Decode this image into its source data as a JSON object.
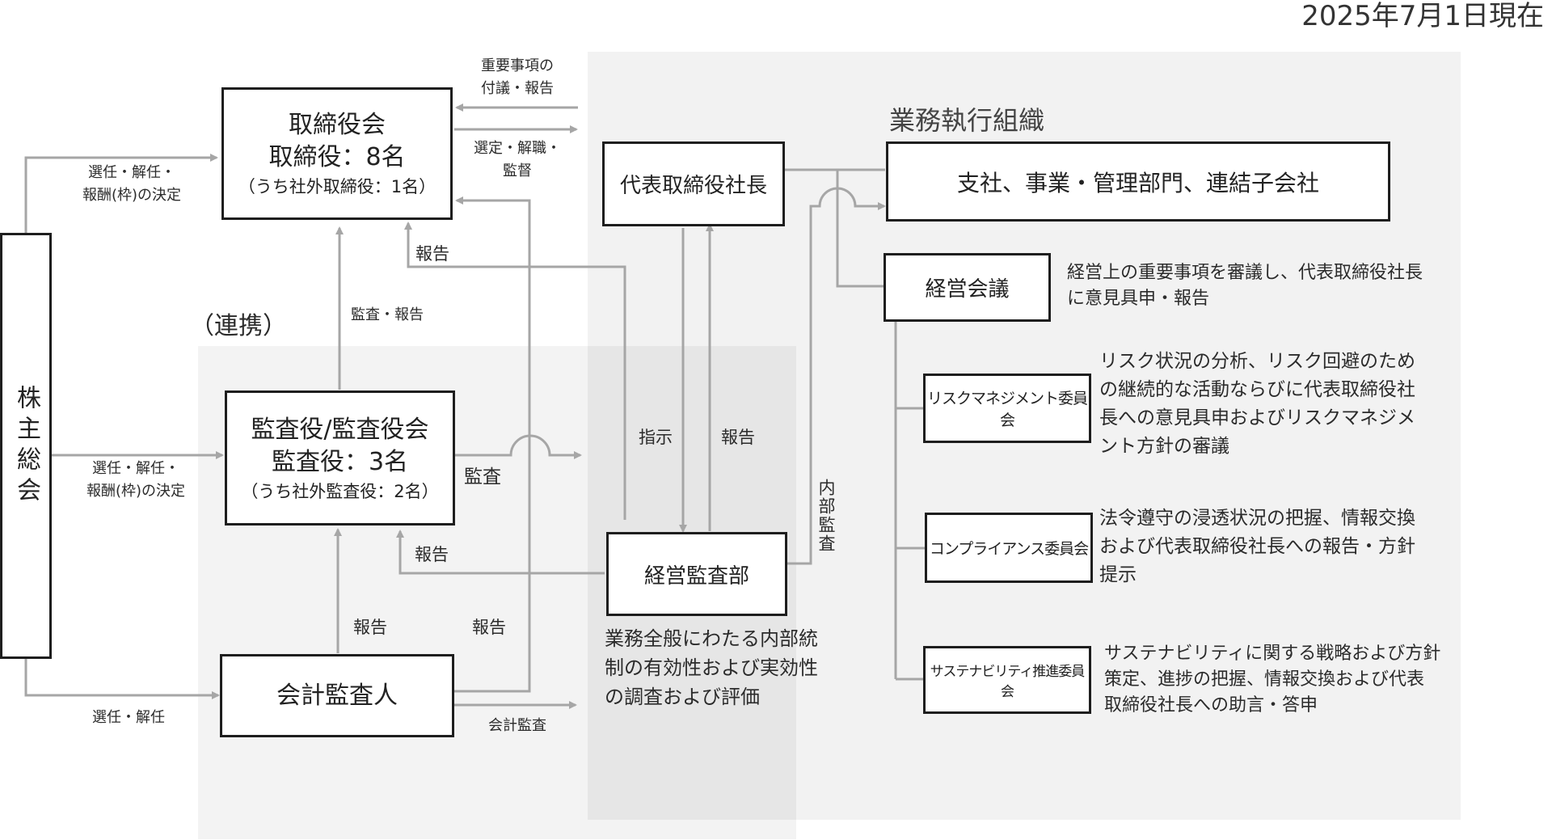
{
  "date": "2025年7月1日現在",
  "shareholders": "株主総会",
  "board": {
    "line1": "取締役会",
    "line2": "取締役：8名",
    "line3": "（うち社外取締役：1名）"
  },
  "auditors": {
    "line1": "監査役/監査役会",
    "line2": "監査役：3名",
    "line3": "（うち社外監査役：2名）"
  },
  "accounting_auditor": "会計監査人",
  "president": "代表取締役社長",
  "internal_audit_dept": "経営監査部",
  "internal_audit_desc": [
    "業務全般にわたる内部統",
    "制の有効性および実効性",
    "の調査および評価"
  ],
  "exec_org_title": "業務執行組織",
  "divisions": "支社、事業・管理部門、連結子会社",
  "management_meeting": "経営会議",
  "management_meeting_desc": [
    "経営上の重要事項を審議し、代表取締役社長",
    "に意見具申・報告"
  ],
  "risk_committee": "リスクマネジメント委員会",
  "risk_desc": [
    "リスク状況の分析、リスク回避のため",
    "の継続的な活動ならびに代表取締役社",
    "長への意見具申およびリスクマネジメ",
    "ント方針の審議"
  ],
  "compliance_committee": "コンプライアンス委員会",
  "compliance_desc": [
    "法令遵守の浸透状況の把握、情報交換",
    "および代表取締役社長への報告・方針",
    "提示"
  ],
  "sustainability_committee": "サステナビリティ推進委員会",
  "sustainability_desc": [
    "サステナビリティに関する戦略および方針",
    "策定、進捗の把握、情報交換および代表",
    "取締役社長への助言・答申"
  ],
  "labels": {
    "elect_remuneration": [
      "選任・解任・",
      "報酬(枠)の決定"
    ],
    "elect_remuneration_2": [
      "選任・解任・",
      "報酬(枠)の決定"
    ],
    "elect_dismiss": "選任・解任",
    "important_matters": [
      "重要事項の",
      "付議・報告"
    ],
    "appoint_supervise": [
      "選定・解職・",
      "監督"
    ],
    "report_board": "報告",
    "audit_report": "監査・報告",
    "cooperation": "（連携）",
    "audit": "監査",
    "report_auditors": "報告",
    "report_accounting": "報告",
    "report_accounting_2": "報告",
    "accounting_audit": "会計監査",
    "instruction": "指示",
    "report_president": "報告",
    "internal_audit": "内部監査"
  },
  "colors": {
    "arrow": "#a6a6a6",
    "box_border": "#1e1e1e",
    "panel_outer": "#f2f2f2",
    "panel_inner": "#e9e9e9"
  }
}
